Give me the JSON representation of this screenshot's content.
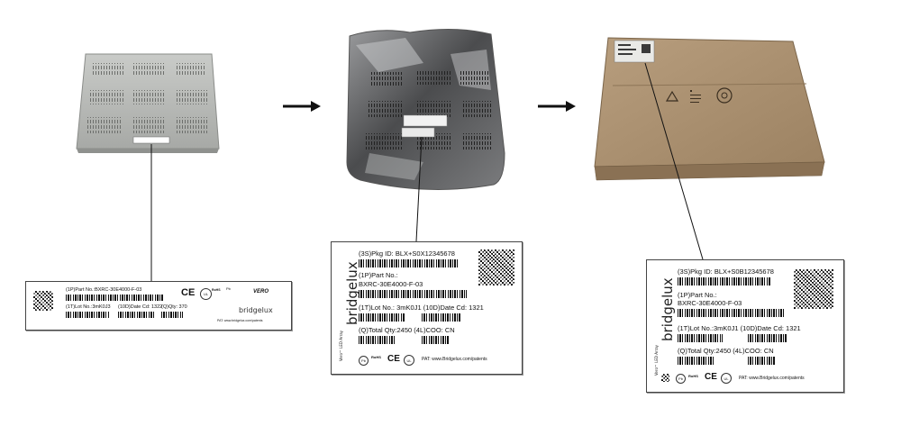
{
  "label_small": {
    "part_no": "(1P)Part No.:BXRC-30E4000-F-03",
    "lot_no": "(1T)Lot No.:3mK0J3",
    "date_code": "(10D)Date Cd: 1322",
    "qty": "(Q)Qty: 370",
    "ce": "CE",
    "ul": "UL",
    "rohs": "RoHS",
    "vero": "VERO",
    "brand": "bridgelux",
    "pat": "PAT: www.bridgelux.com/patents"
  },
  "label_bag": {
    "pkg_id": "(3S)Pkg ID: BLX+S0X12345678",
    "part_no_label": "(1P)Part No.:",
    "part_no": "BXRC-30E4000-F-03",
    "lot_date": "(1T)Lot No.: 3mK0J1  (10D)Date Cd: 1321",
    "qty_coo": "(Q)Total Qty:2450  (4L)COO: CN",
    "brand": "bridgelux",
    "side_text": "Vero™ LED Array",
    "ce": "CE",
    "ul": "UL",
    "rohs": "RoHS",
    "pat": "PAT: www.Bridgelux.com/patents"
  },
  "label_box": {
    "pkg_id": "(3S)Pkg ID: BLX+S0B12345678",
    "part_no_label": "(1P)Part No.:",
    "part_no": "BXRC-30E4000-F-03",
    "lot_date": "(1T)Lot No.:3mK0J1  (10D)Date Cd: 1321",
    "qty_coo": "(Q)Total Qty:2450     (4L)COO: CN",
    "brand": "bridgelux",
    "side_text": "Vero™ LED Array",
    "ce": "CE",
    "ul": "UL",
    "rohs": "RoHS",
    "pat": "PAT: www.Bridgelux.com/patents"
  },
  "arrows": [
    "→",
    "→"
  ],
  "colors": {
    "tray": "#b9bbb8",
    "bag": "#6f7072",
    "box": "#a88f70"
  }
}
